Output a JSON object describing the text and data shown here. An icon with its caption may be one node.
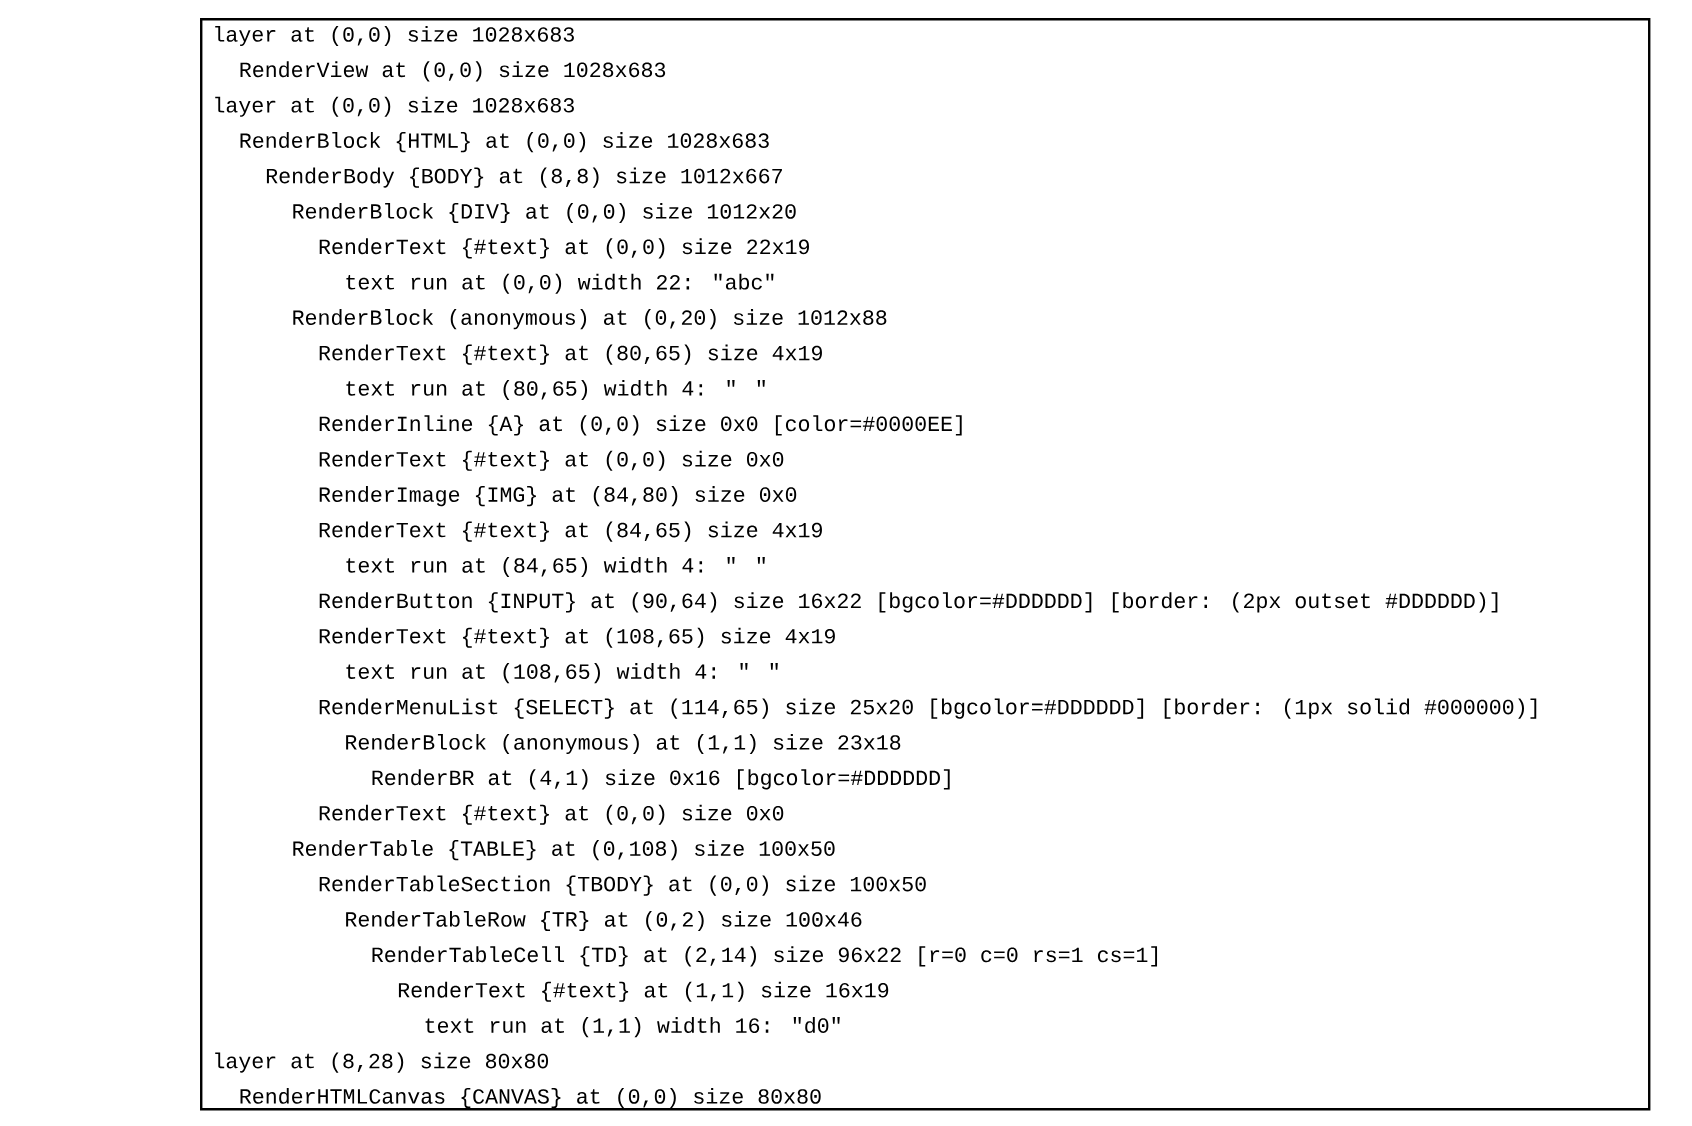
{
  "diagram": {
    "nodes": [
      {
        "text": [
          "layer at (0,0) size 1028x683",
          "RenderView at (0,0) size 1028x683",
          "layer at (0,0) size 1028x683",
          "RenderBlock {HTML} at (0,0) size 1028x683",
          "RenderBody {BODY} at (8,8) size 1012x667",
          "RenderBlock {DIV} at (0,0) size 1012x20",
          "RenderText {#text} at (0,0) size 22x19",
          "text run at (0,0) width 22: \"abc\"",
          "RenderBlock (anonymous) at (0,20) size 1012x88",
          "RenderText {#text} at (80,65) size 4x19",
          "text run at (80,65) width 4: \" \"",
          "RenderInline {A} at (0,0) size 0x0 [color=#0000EE]",
          "RenderText {#text} at (0,0) size 0x0",
          "RenderImage {IMG} at (84,80) size 0x0",
          "RenderText {#text} at (84,65) size 4x19",
          "text run at (84,65) width 4: \" \"",
          "RenderButton {INPUT} at (90,64) size 16x22 [bgcolor=#DDDDDD] [border: (2px outset #DDDDDD)]",
          "RenderText {#text} at (108,65) size 4x19",
          "text run at (108,65) width 4: \" \"",
          "RenderMenuList {SELECT} at (114,65) size 25x20 [bgcolor=#DDDDDD] [border: (1px solid #000000)]",
          "RenderBlock (anonymous) at (1,1) size 23x18",
          "RenderBR at (4,1) size 0x16 [bgcolor=#DDDDDD]",
          "RenderText {#text} at (0,0) size 0x0",
          "RenderTable {TABLE} at (0,108) size 100x50",
          "RenderTableSection {TBODY} at (0,0) size 100x50",
          "RenderTableRow {TR} at (0,2) size 100x46",
          "RenderTableCell {TD} at (2,14) size 96x22 [r=0 c=0 rs=1 cs=1]",
          "RenderText {#text} at (1,1) size 16x19",
          "text run at (1,1) width 16: \"d0\"",
          "layer at (8,28) size 80x80",
          "RenderHTMLCanvas {CANVAS} at (0,0) size 80x80"
        ]
      }
    ]
  }
}
